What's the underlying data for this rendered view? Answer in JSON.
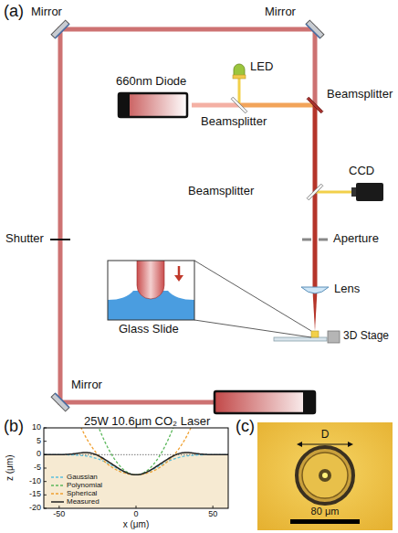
{
  "diagram": {
    "nodes": [
      {
        "text": [
          "LED"
        ]
      },
      {
        "text": [
          "660nm Diode"
        ]
      },
      {
        "text": [
          "CCD"
        ]
      },
      {
        "text": [
          "3D Stage"
        ]
      },
      {
        "text": [
          "25W 10.6μm CO₂ Laser"
        ]
      }
    ],
    "labels": [
      "(a)",
      "Mirror",
      "Mirror",
      "Beamsplitter",
      "Beamsplitter",
      "Beamsplitter",
      "Shutter",
      "Aperture",
      "Lens",
      "Glass Slide",
      "Mirror",
      "(b)",
      "10",
      "5",
      "0",
      "-5",
      "-10",
      "-15",
      "-20",
      "z (μm)",
      "-50",
      "0",
      "50",
      "x (μm)",
      "(c)",
      "D",
      "80 μm"
    ],
    "legend": [
      {
        "text": "Gaussian"
      },
      {
        "text": "Polynomial"
      },
      {
        "text": "Spherical"
      },
      {
        "text": "Measured"
      }
    ]
  }
}
